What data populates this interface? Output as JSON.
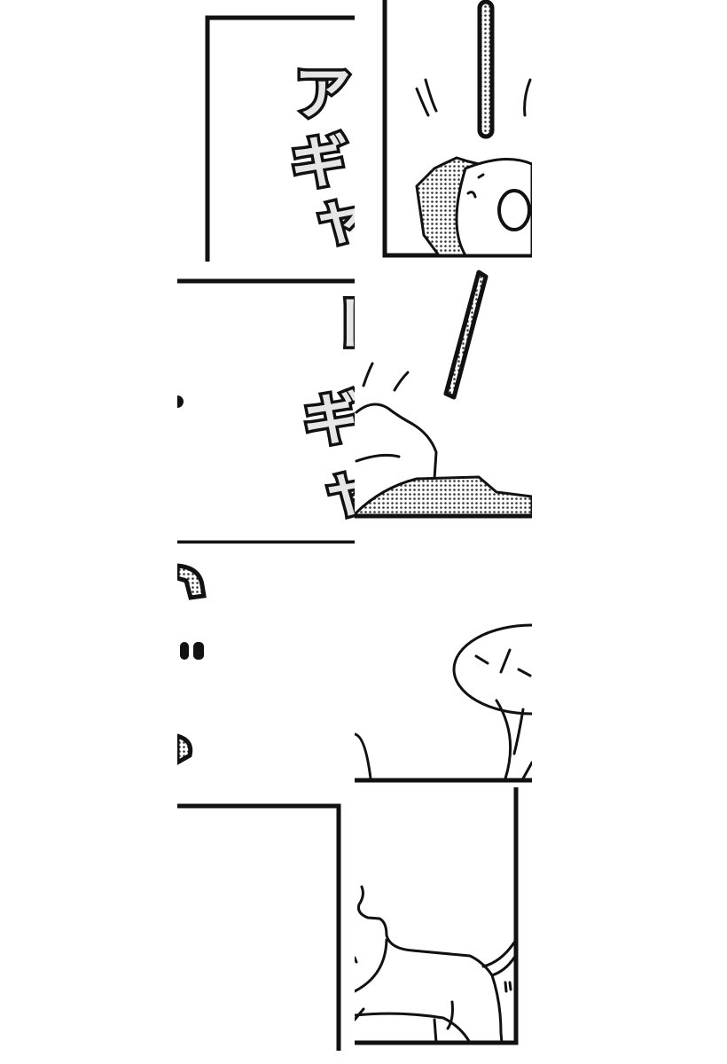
{
  "comic": {
    "sfx_top": [
      "ア",
      "ギ",
      "ャ"
    ],
    "sfx_middle": [
      "ー",
      "ギ",
      "ャ"
    ],
    "colors": {
      "ink": "#111111",
      "paper": "#ffffff",
      "screentone": "#e6e6e6"
    }
  }
}
